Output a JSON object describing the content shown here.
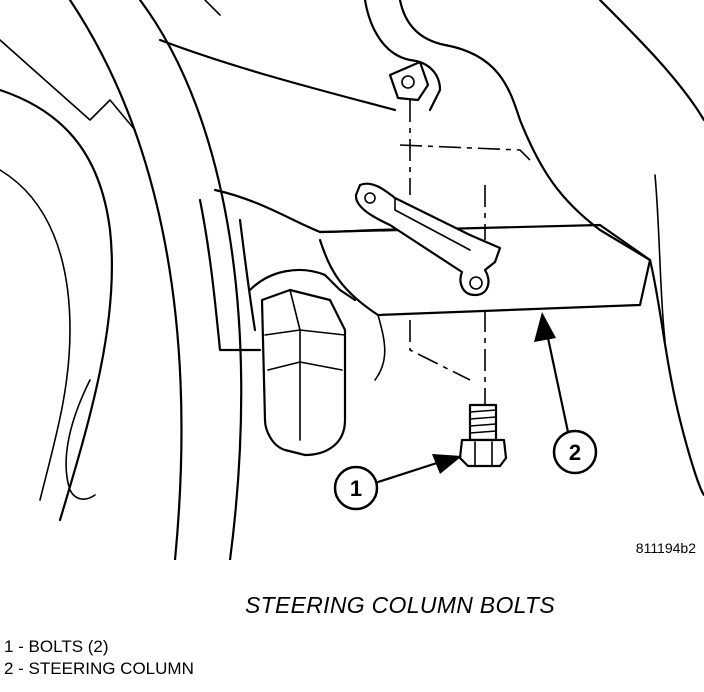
{
  "figure_code": "811194b2",
  "caption": "STEERING COLUMN BOLTS",
  "callouts": [
    {
      "number": "1"
    },
    {
      "number": "2"
    }
  ],
  "legend": [
    {
      "text": "1 - BOLTS (2)"
    },
    {
      "text": "2 - STEERING COLUMN"
    }
  ]
}
